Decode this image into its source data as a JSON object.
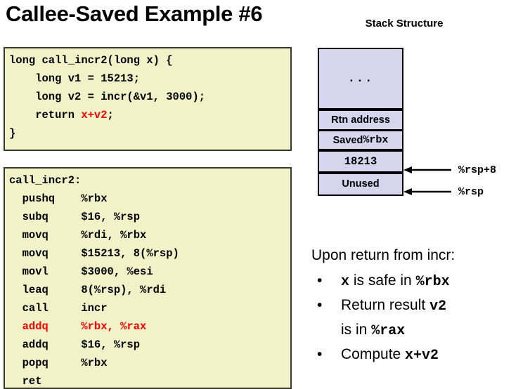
{
  "slide": {
    "title": "Callee-Saved Example #6"
  },
  "c_code": {
    "lines": [
      [
        {
          "t": "long call_incr2(long x) {",
          "hl": false
        }
      ],
      [
        {
          "t": "    long v1 = 15213;",
          "hl": false
        }
      ],
      [
        {
          "t": "    long v2 = incr(&v1, 3000);",
          "hl": false
        }
      ],
      [
        {
          "t": "    return ",
          "hl": false
        },
        {
          "t": "x+v2",
          "hl": true
        },
        {
          "t": ";",
          "hl": false
        }
      ],
      [
        {
          "t": "}",
          "hl": false
        }
      ]
    ]
  },
  "asm_code": {
    "lines": [
      [
        {
          "t": "call_incr2:",
          "hl": false
        }
      ],
      [
        {
          "t": "  pushq    %rbx",
          "hl": false
        }
      ],
      [
        {
          "t": "  subq     $16, %rsp",
          "hl": false
        }
      ],
      [
        {
          "t": "  movq     %rdi, %rbx",
          "hl": false
        }
      ],
      [
        {
          "t": "  movq     $15213, 8(%rsp)",
          "hl": false
        }
      ],
      [
        {
          "t": "  movl     $3000, %esi",
          "hl": false
        }
      ],
      [
        {
          "t": "  leaq     8(%rsp), %rdi",
          "hl": false
        }
      ],
      [
        {
          "t": "  call     incr",
          "hl": false
        }
      ],
      [
        {
          "t": "  addq     %rbx, %rax",
          "hl": true
        }
      ],
      [
        {
          "t": "  addq     $16, %rsp",
          "hl": false
        }
      ],
      [
        {
          "t": "  popq     %rbx",
          "hl": false
        }
      ],
      [
        {
          "t": "  ret",
          "hl": false
        }
      ]
    ]
  },
  "stack": {
    "heading": "Stack Structure",
    "fill_color": "#d7d5ee",
    "cells": [
      {
        "label": "...",
        "mono": true
      },
      {
        "label": "Rtn address",
        "mono": false
      },
      {
        "label": "Saved %rbx",
        "mono": false,
        "mono_part": "%rbx",
        "sans_part": "Saved "
      },
      {
        "label": "18213",
        "mono": true
      },
      {
        "label": "Unused",
        "mono": false
      }
    ],
    "pointers": [
      {
        "label": "%rsp+8",
        "target_cell": "18213"
      },
      {
        "label": "%rsp",
        "target_cell": "Unused"
      }
    ]
  },
  "notes": {
    "intro": "Upon return from incr:",
    "bullets": [
      {
        "bullet": "•",
        "parts": [
          {
            "t": "x",
            "mono": true
          },
          {
            "t": " is safe in ",
            "mono": false
          },
          {
            "t": "%rbx",
            "mono": true
          }
        ]
      },
      {
        "bullet": "•",
        "parts": [
          {
            "t": "Return result ",
            "mono": false
          },
          {
            "t": "v2",
            "mono": true
          }
        ],
        "continuation": [
          {
            "t": "is in ",
            "mono": false
          },
          {
            "t": "%rax",
            "mono": true
          }
        ]
      },
      {
        "bullet": "•",
        "parts": [
          {
            "t": "Compute  ",
            "mono": false
          },
          {
            "t": "x+v2",
            "mono": true
          }
        ]
      }
    ]
  },
  "colors": {
    "highlight": "#ff0000",
    "code_bg": "#f2f2c8",
    "stack_bg": "#d7d5ee"
  }
}
